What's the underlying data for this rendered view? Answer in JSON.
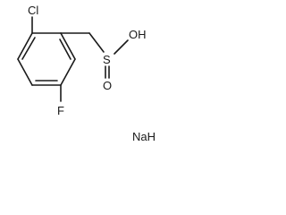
{
  "molecule": {
    "atoms": {
      "chlorine": "Cl",
      "fluorine": "F",
      "sulfur": "S",
      "hydroxyl": "OH",
      "oxygen": "O"
    },
    "counterion": "NaH"
  },
  "colors": {
    "ink": "#1a1a1a",
    "background": "#ffffff"
  }
}
